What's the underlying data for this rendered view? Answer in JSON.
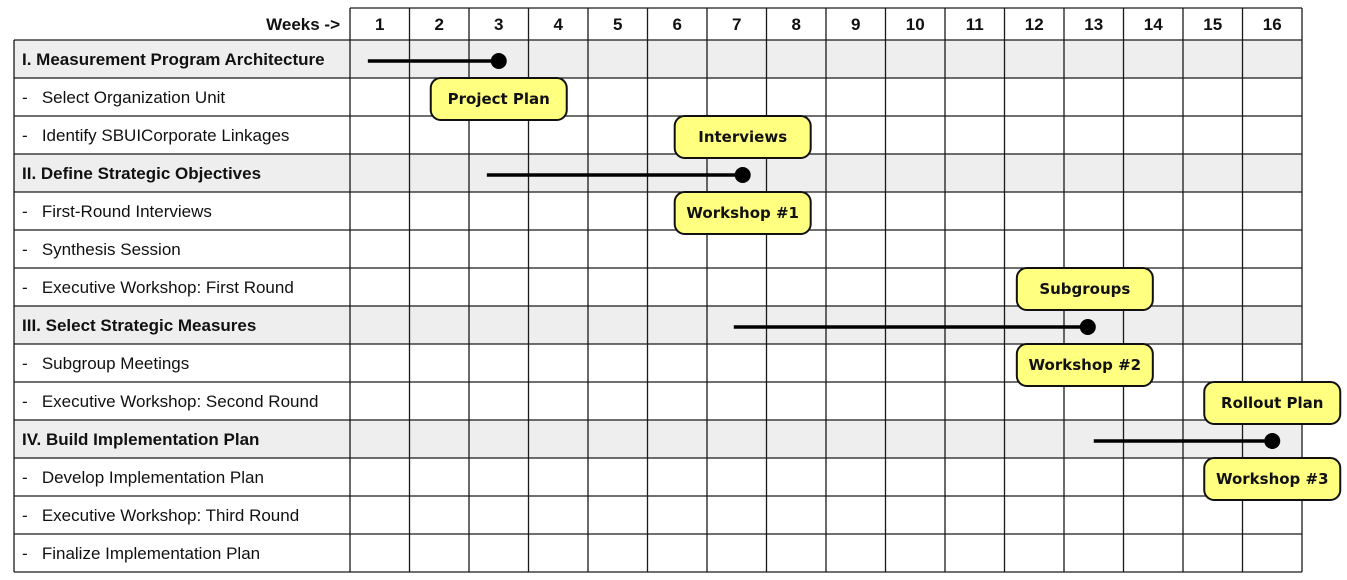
{
  "header": {
    "weeks_label": "Weeks ->"
  },
  "weeks": [
    "1",
    "2",
    "3",
    "4",
    "5",
    "6",
    "7",
    "8",
    "9",
    "10",
    "11",
    "12",
    "13",
    "14",
    "15",
    "16"
  ],
  "rows": [
    {
      "label": "I. Measurement Program Architecture",
      "section": true
    },
    {
      "label": "-   Select Organization Unit",
      "section": false
    },
    {
      "label": "-   Identify SBUICorporate Linkages",
      "section": false
    },
    {
      "label": "II. Define Strategic Objectives",
      "section": true
    },
    {
      "label": "-   First-Round Interviews",
      "section": false
    },
    {
      "label": "-   Synthesis Session",
      "section": false
    },
    {
      "label": "-   Executive Workshop: First Round",
      "section": false
    },
    {
      "label": "III. Select Strategic Measures",
      "section": true
    },
    {
      "label": "-   Subgroup Meetings",
      "section": false
    },
    {
      "label": "-   Executive Workshop: Second Round",
      "section": false
    },
    {
      "label": "IV. Build Implementation Plan",
      "section": true
    },
    {
      "label": "-   Develop Implementation Plan",
      "section": false
    },
    {
      "label": "-   Executive Workshop: Third Round",
      "section": false
    },
    {
      "label": "-   Finalize Implementation Plan",
      "section": false
    }
  ],
  "timelines": [
    {
      "row": 0,
      "start_week": 0.3,
      "end_week": 2.5
    },
    {
      "row": 3,
      "start_week": 2.3,
      "end_week": 6.6
    },
    {
      "row": 7,
      "start_week": 6.45,
      "end_week": 12.4
    },
    {
      "row": 10,
      "start_week": 12.5,
      "end_week": 15.5
    }
  ],
  "milestones": [
    {
      "label": "Project Plan",
      "center_week": 2.5,
      "row": 1
    },
    {
      "label": "Interviews",
      "center_week": 6.6,
      "row": 2
    },
    {
      "label": "Workshop #1",
      "center_week": 6.6,
      "row": 4
    },
    {
      "label": "Subgroups",
      "center_week": 12.35,
      "row": 6
    },
    {
      "label": "Workshop #2",
      "center_week": 12.35,
      "row": 8
    },
    {
      "label": "Rollout Plan",
      "center_week": 15.5,
      "row": 9
    },
    {
      "label": "Workshop #3",
      "center_week": 15.5,
      "row": 11
    }
  ],
  "colors": {
    "grid": "#1a1a1a",
    "section_fill": "#eeeeee",
    "milestone_fill": "#ffff80",
    "line": "#000000"
  }
}
